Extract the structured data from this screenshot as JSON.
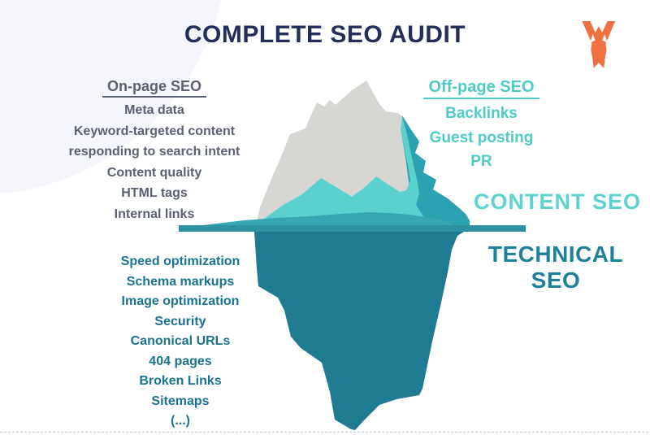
{
  "title": "COMPLETE SEO AUDIT",
  "logo": {
    "icon": "wp-rocket-logo",
    "color": "#ed7143"
  },
  "on_page": {
    "heading": "On-page SEO",
    "items": [
      "Meta data",
      "Keyword-targeted content",
      "responding to search intent",
      "Content quality",
      "HTML tags",
      "Internal links"
    ]
  },
  "off_page": {
    "heading": "Off-page SEO",
    "items": [
      "Backlinks",
      "Guest posting",
      "PR"
    ]
  },
  "water_labels": {
    "above": "CONTENT SEO",
    "below": "TECHNICAL SEO"
  },
  "technical": {
    "items": [
      "Speed optimization",
      "Schema markups",
      "Image optimization",
      "Security",
      "Canonical URLs",
      "404 pages",
      "Broken Links",
      "Sitemaps",
      "(...)"
    ]
  },
  "colors": {
    "navy": "#242e5a",
    "onpage_text": "#5a6172",
    "teal_light": "#4ecbc6",
    "teal_content": "#5dd2cf",
    "teal_dark_text": "#1f8099",
    "technical_list": "#1a7390",
    "iceberg_gray": "#d8d6d3",
    "iceberg_light_teal": "#5bd1ce",
    "iceberg_wave_teal": "#38a6b2",
    "iceberg_mid_teal": "#2ba1b1",
    "iceberg_underwater": "#1f7b92",
    "waterline": "#2e92a3",
    "logo_orange": "#ed7143",
    "background_blob": "#f4f6fb",
    "bottom_border": "#c9d2e0"
  }
}
